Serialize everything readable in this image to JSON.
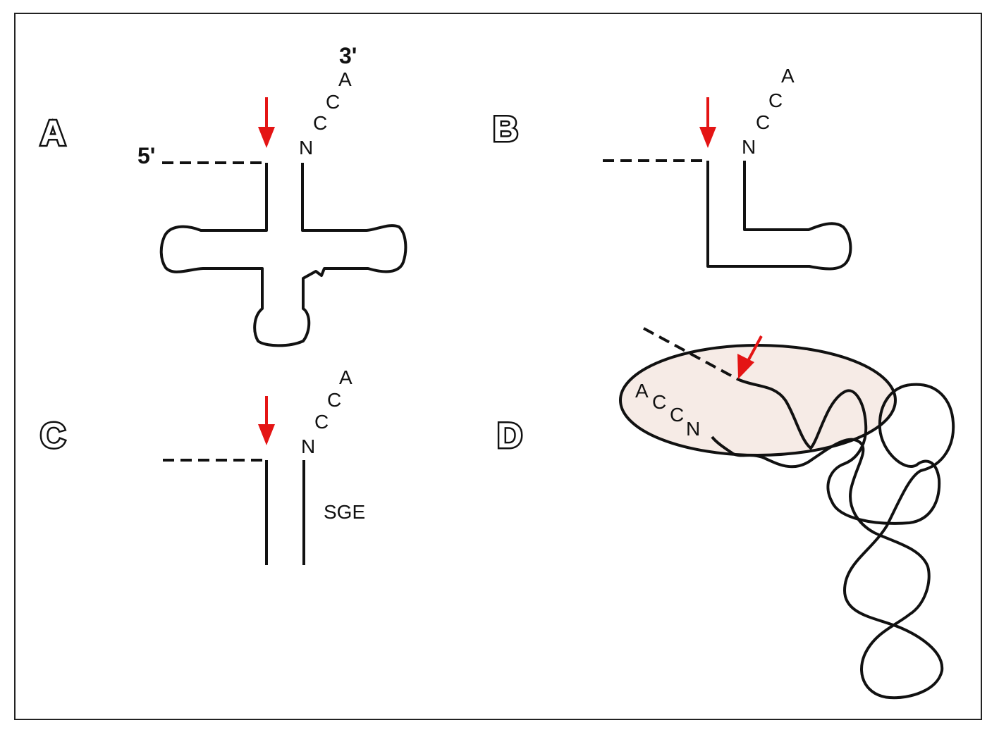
{
  "panels": {
    "A": {
      "letter": "A",
      "five_prime": "5'",
      "three_prime": "3'",
      "nucleotides": [
        "N",
        "C",
        "C",
        "A"
      ]
    },
    "B": {
      "letter": "B",
      "nucleotides": [
        "N",
        "C",
        "C",
        "A"
      ]
    },
    "C": {
      "letter": "C",
      "nucleotides": [
        "N",
        "C",
        "C",
        "A"
      ],
      "label": "SGE"
    },
    "D": {
      "letter": "D",
      "nucleotides": [
        "A",
        "C",
        "C",
        "N"
      ]
    }
  },
  "colors": {
    "arrow": "#e41414",
    "strand": "#111111",
    "frame": "#222222",
    "enzyme_fill": "#f6ebe6"
  }
}
